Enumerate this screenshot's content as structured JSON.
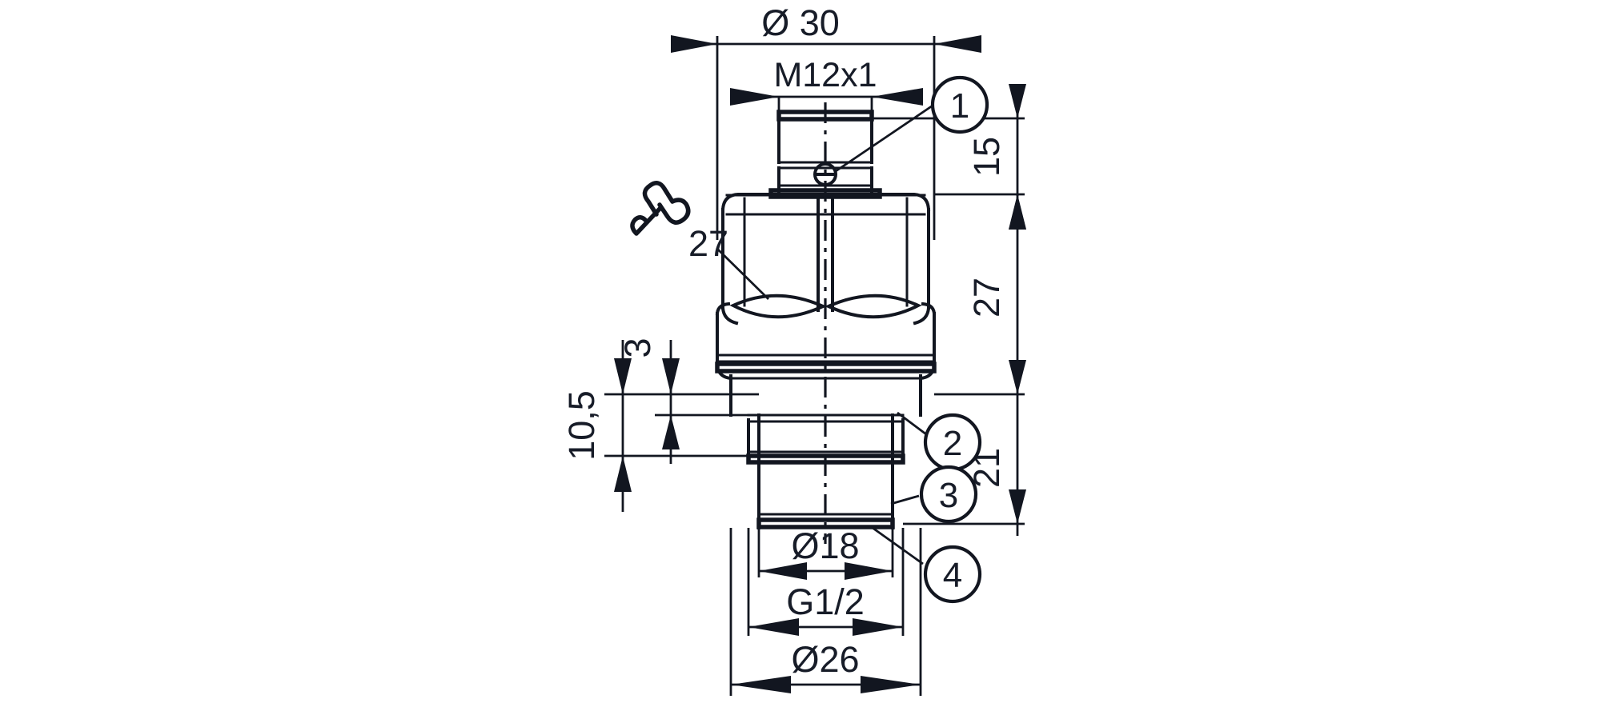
{
  "drawing": {
    "title": "Pressure sensor dimensional drawing",
    "line_color": "#121620",
    "text_color": "#171c28",
    "background": "#ffffff"
  },
  "dimensions": {
    "outer_diameter_top": "Ø 30",
    "thread_top": "M12x1",
    "wrench_size": "27",
    "height_upper": "15",
    "height_middle": "27",
    "height_lower": "21",
    "seal_offset": "3",
    "thread_length": "10,5",
    "diameter_seal": "Ø18",
    "thread_process": "G1/2",
    "diameter_flange": "Ø26"
  },
  "callouts": [
    {
      "id": "1",
      "label": "1"
    },
    {
      "id": "2",
      "label": "2"
    },
    {
      "id": "3",
      "label": "3"
    },
    {
      "id": "4",
      "label": "4"
    }
  ],
  "symbols": {
    "wrench": "wrench-icon",
    "diameter": "Ø"
  }
}
